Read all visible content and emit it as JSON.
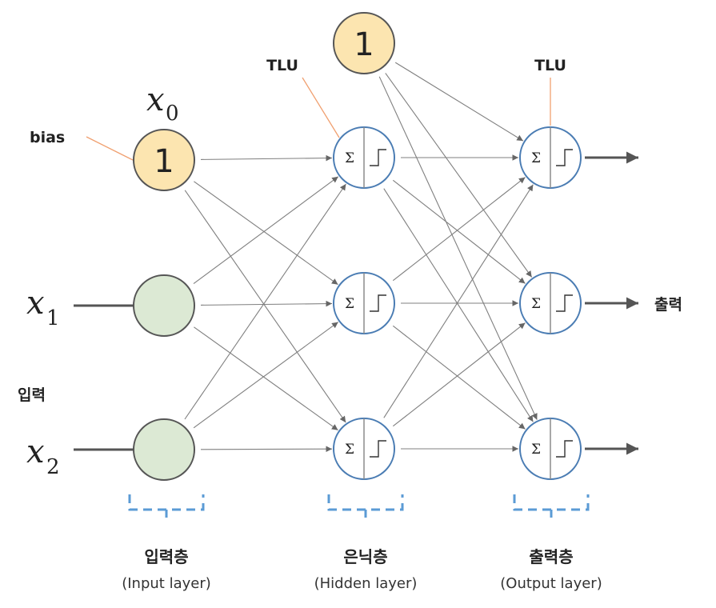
{
  "diagram": {
    "input_symbols": [
      {
        "main": "x",
        "sub": "0"
      },
      {
        "main": "x",
        "sub": "1"
      },
      {
        "main": "x",
        "sub": "2"
      }
    ],
    "bias_node_text": "1",
    "hidden_bias_node_text": "1",
    "bias_label": "bias",
    "tlu_labels": [
      "TLU",
      "TLU"
    ],
    "sigma_symbol": "Σ",
    "input_side_label": "입력",
    "output_side_label": "출력",
    "layers": [
      {
        "title": "입력층",
        "subtitle": "(Input layer)"
      },
      {
        "title": "은닉층",
        "subtitle": "(Hidden layer)"
      },
      {
        "title": "출력층",
        "subtitle": "(Output layer)"
      }
    ]
  },
  "colors": {
    "bias_fill": "#FCE5B0",
    "bias_stroke": "#555555",
    "input_fill": "#DCE9D4",
    "input_stroke": "#555555",
    "tlu_stroke": "#4A7CB3",
    "connection": "#7F7F7F",
    "arrow": "#555555",
    "callout": "#F0A070",
    "bracket": "#5B9BD5"
  }
}
